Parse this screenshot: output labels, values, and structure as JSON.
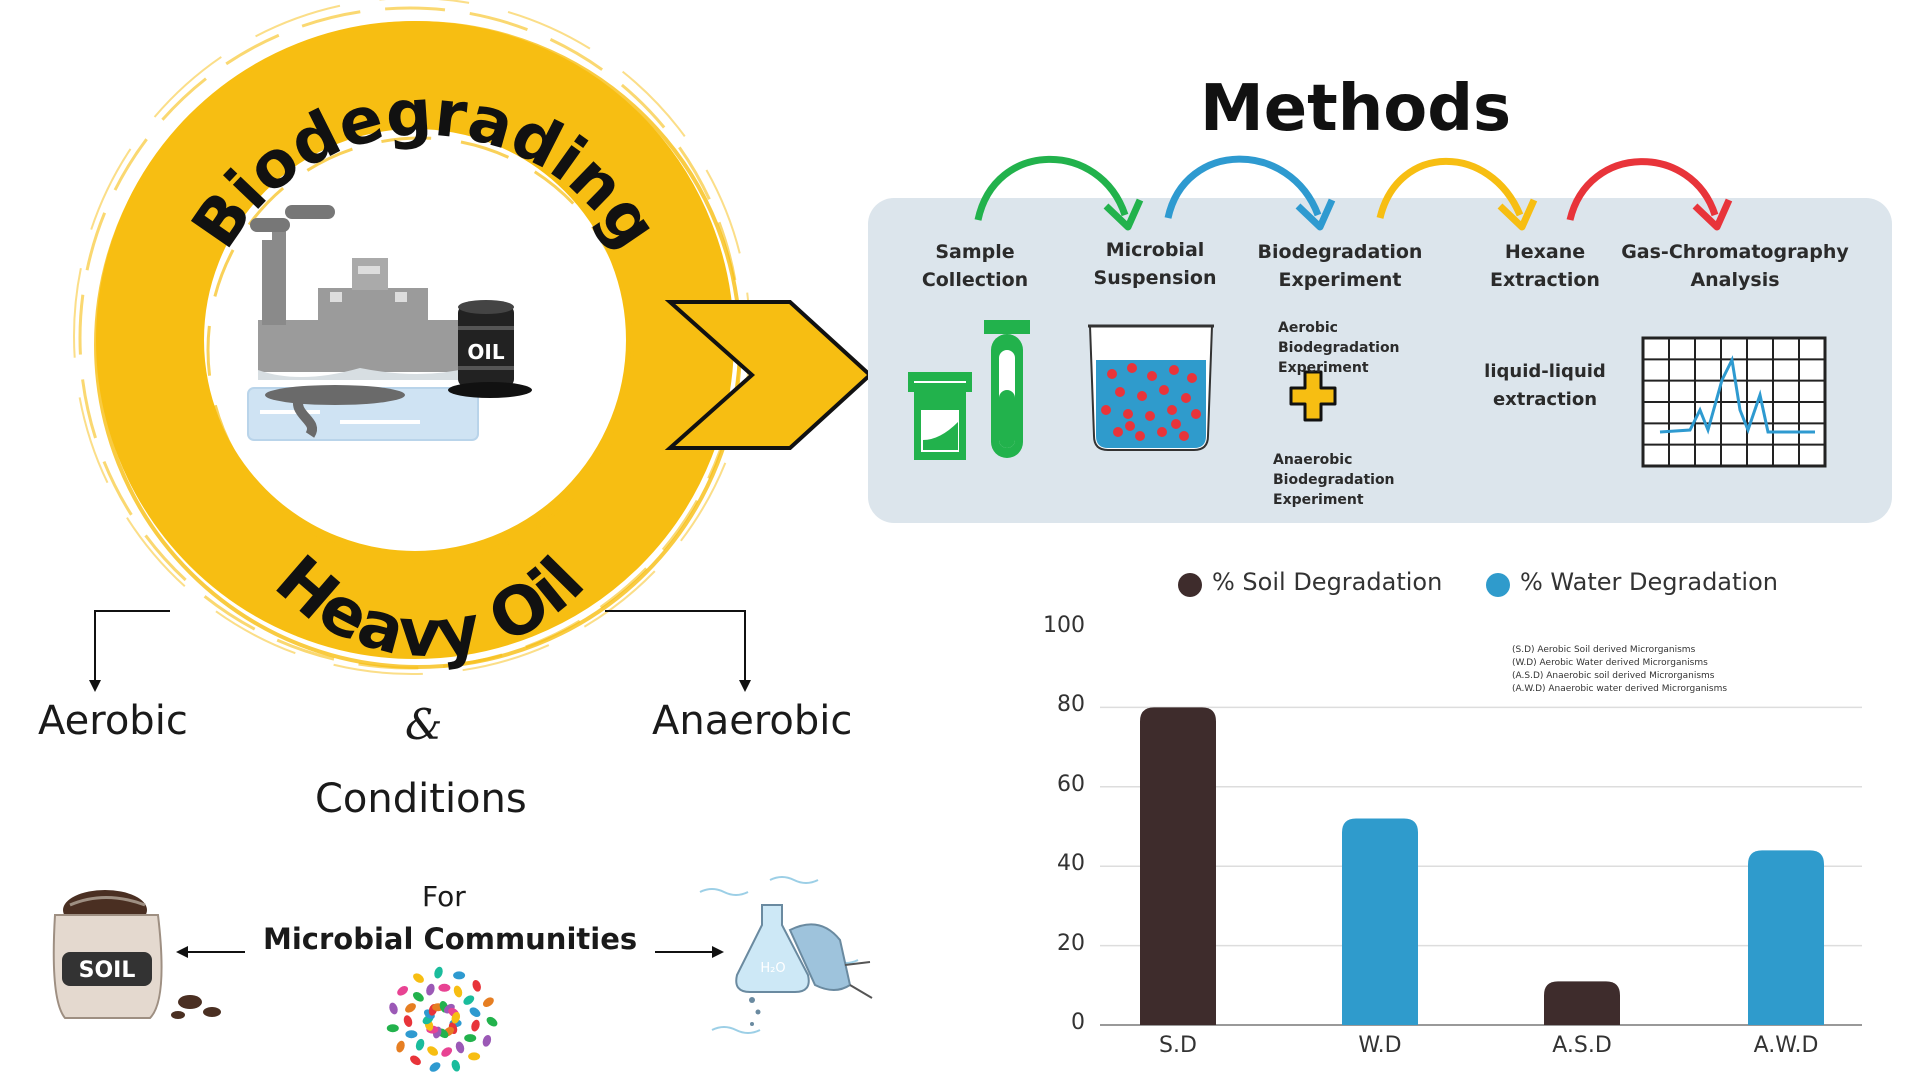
{
  "left": {
    "ring_top_text": "Biodegrading",
    "ring_bottom_text": "Heavy Oil",
    "aerobic": "Aerobic",
    "ampersand": "&",
    "anaerobic": "Anaerobic",
    "conditions": "Conditions",
    "for": "For",
    "microbial_communities": "Microbial Communities",
    "oil_barrel_label": "OIL",
    "soil_bag_label": "SOIL",
    "flask_label": "H₂O"
  },
  "methods": {
    "title": "Methods",
    "steps": [
      {
        "line1": "Sample",
        "line2": "Collection"
      },
      {
        "line1": "Microbial",
        "line2": "Suspension"
      },
      {
        "line1": "Biodegradation",
        "line2": "Experiment"
      },
      {
        "line1": "Hexane",
        "line2": "Extraction"
      },
      {
        "line1": "Gas-Chromatography",
        "line2": "Analysis"
      }
    ],
    "aerobic_exp": [
      "Aerobic",
      "Biodegradation",
      "Experiment"
    ],
    "anaerobic_exp": [
      "Anaerobic",
      "Biodegradation",
      "Experiment"
    ],
    "liquid": [
      "liquid-liquid",
      "extraction"
    ]
  },
  "colors": {
    "ring": "#F7BE12",
    "green": "#22B24C",
    "blue": "#2E9AD0",
    "yellow": "#F7BE12",
    "red": "#E8343A",
    "panel": "#DCE5EC",
    "soil": "#3E2C2C",
    "water": "#2F9BCC"
  },
  "chart_data": {
    "type": "bar",
    "categories": [
      "S.D",
      "W.D",
      "A.S.D",
      "A.W.D"
    ],
    "series": [
      {
        "name": "% Soil Degradation",
        "values": [
          80,
          0,
          11,
          0
        ]
      },
      {
        "name": "% Water Degradation",
        "values": [
          0,
          52,
          0,
          44
        ]
      }
    ],
    "yticks": [
      0,
      20,
      40,
      60,
      80,
      100
    ],
    "ylim": [
      0,
      100
    ],
    "legend_position": "top",
    "notes": [
      "(S.D) Aerobic Soil derived Microrganisms",
      "(W.D) Aerobic Water derived  Microrganisms",
      "(A.S.D) Anaerobic soil derived Microrganisms",
      "(A.W.D) Anaerobic water derived Microrganisms"
    ]
  }
}
